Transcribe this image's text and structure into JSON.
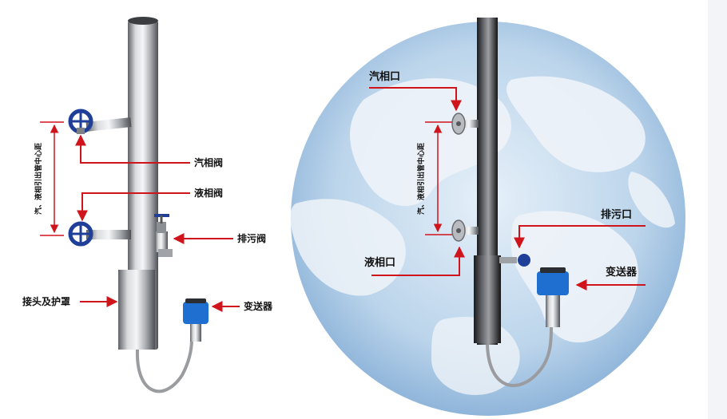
{
  "left_diagram": {
    "labels": {
      "vapor_valve": "汽相阀",
      "liquid_valve": "液相阀",
      "drain_valve": "排污阀",
      "joint_cover": "接头及护罩",
      "transmitter": "变送器",
      "center_distance": "汽、液相引出管中心距"
    }
  },
  "right_diagram": {
    "labels": {
      "vapor_port": "汽相口",
      "liquid_port": "液相口",
      "drain_port": "排污口",
      "transmitter": "变送器",
      "center_distance": "汽、液相引出管中心距"
    }
  },
  "colors": {
    "arrow": "#d0141c",
    "valve": "#1f3f98",
    "transmitter": "#1e6fd0",
    "globe_ocean": "#b9d3ea",
    "globe_land": "#eef3f8"
  }
}
